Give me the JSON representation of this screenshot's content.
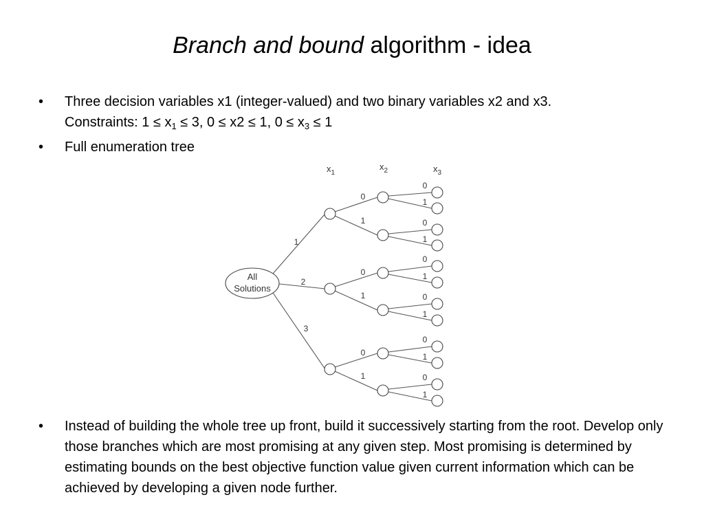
{
  "title": {
    "italic": "Branch and bound",
    "rest": " algorithm - idea"
  },
  "bullets": {
    "b1_line1": "Three decision variables x1 (integer-valued) and two binary variables x2 and x3.",
    "b1_line2_pre": "Constraints: 1 ≤ x",
    "b1_sub1": "1",
    "b1_line2_mid": " ≤ 3, 0 ≤ x2 ≤ 1, 0 ≤ x",
    "b1_sub3": "3",
    "b1_line2_post": " ≤ 1",
    "b2": "Full enumeration tree",
    "b3": "Instead of building the whole tree up front, build it successively starting from the root. Develop only those branches which are most promising at any given step. Most promising is determined by estimating bounds on the best objective function value given current information which can be achieved by developing a given node further."
  },
  "bullet_symbol": "•",
  "tree": {
    "root_line1": "All",
    "root_line2": "Solutions",
    "col_x1": "x",
    "col_x1_sub": "1",
    "col_x2": "x",
    "col_x2_sub": "2",
    "col_x3": "x",
    "col_x3_sub": "3",
    "edge_x1": [
      "1",
      "2",
      "3"
    ],
    "edge_x2": [
      "0",
      "1"
    ],
    "edge_x3": [
      "0",
      "1"
    ]
  }
}
